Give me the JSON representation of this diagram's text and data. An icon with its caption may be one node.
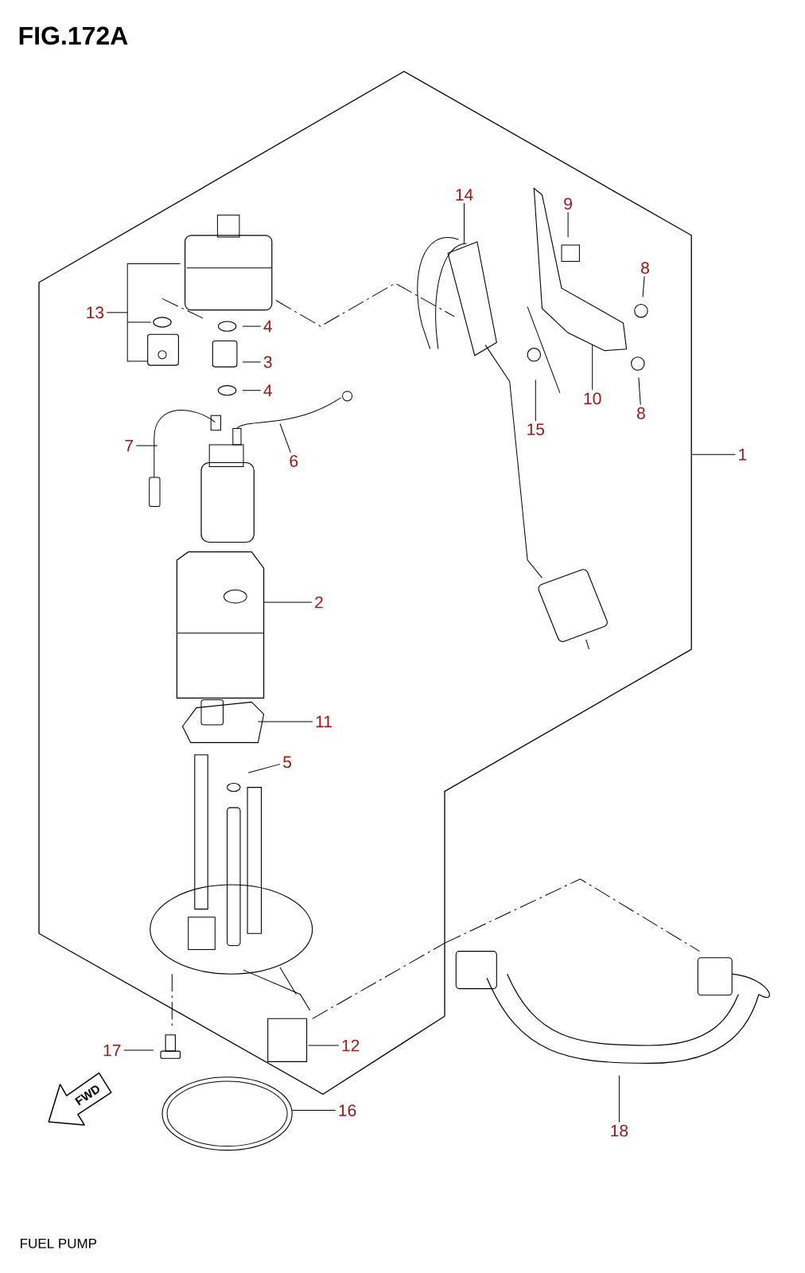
{
  "diagram": {
    "title": "FIG.172A",
    "caption": "FUEL PUMP",
    "nodes": [
      {
        "text": [
          "14"
        ]
      },
      {
        "text": [
          "9"
        ]
      },
      {
        "text": [
          "8"
        ]
      },
      {
        "text": [
          "13"
        ]
      },
      {
        "text": [
          "4"
        ]
      },
      {
        "text": [
          "3"
        ]
      },
      {
        "text": [
          "10"
        ]
      },
      {
        "text": [
          "8"
        ]
      },
      {
        "text": [
          "4"
        ]
      },
      {
        "text": [
          "15"
        ]
      },
      {
        "text": [
          "7"
        ]
      },
      {
        "text": [
          "1"
        ]
      },
      {
        "text": [
          "6"
        ]
      },
      {
        "text": [
          "2"
        ]
      },
      {
        "text": [
          "11"
        ]
      },
      {
        "text": [
          "5"
        ]
      },
      {
        "text": [
          "12"
        ]
      },
      {
        "text": [
          "17"
        ]
      },
      {
        "text": [
          "16"
        ]
      },
      {
        "text": [
          "18"
        ]
      }
    ],
    "edges": [
      {
        "from": 0,
        "to": null,
        "arrow": "none"
      },
      {
        "from": 1,
        "to": null,
        "arrow": "none"
      },
      {
        "from": 2,
        "to": null,
        "arrow": "none"
      },
      {
        "from": 3,
        "to": null,
        "arrow": "none"
      },
      {
        "from": 4,
        "to": null,
        "arrow": "none"
      },
      {
        "from": 5,
        "to": null,
        "arrow": "none"
      },
      {
        "from": 6,
        "to": null,
        "arrow": "none"
      },
      {
        "from": 7,
        "to": null,
        "arrow": "none"
      },
      {
        "from": 8,
        "to": null,
        "arrow": "none"
      },
      {
        "from": 9,
        "to": null,
        "arrow": "none"
      },
      {
        "from": 10,
        "to": null,
        "arrow": "none"
      },
      {
        "from": 11,
        "to": null,
        "arrow": "none"
      },
      {
        "from": 12,
        "to": null,
        "arrow": "none"
      },
      {
        "from": 13,
        "to": null,
        "arrow": "none"
      },
      {
        "from": 14,
        "to": null,
        "arrow": "none"
      },
      {
        "from": 15,
        "to": null,
        "arrow": "none"
      },
      {
        "from": 16,
        "to": null,
        "arrow": "none"
      },
      {
        "from": 17,
        "to": null,
        "arrow": "none"
      },
      {
        "from": 18,
        "to": null,
        "arrow": "none"
      },
      {
        "from": 19,
        "to": null,
        "arrow": "none"
      }
    ],
    "labels": [
      "FWD"
    ]
  }
}
